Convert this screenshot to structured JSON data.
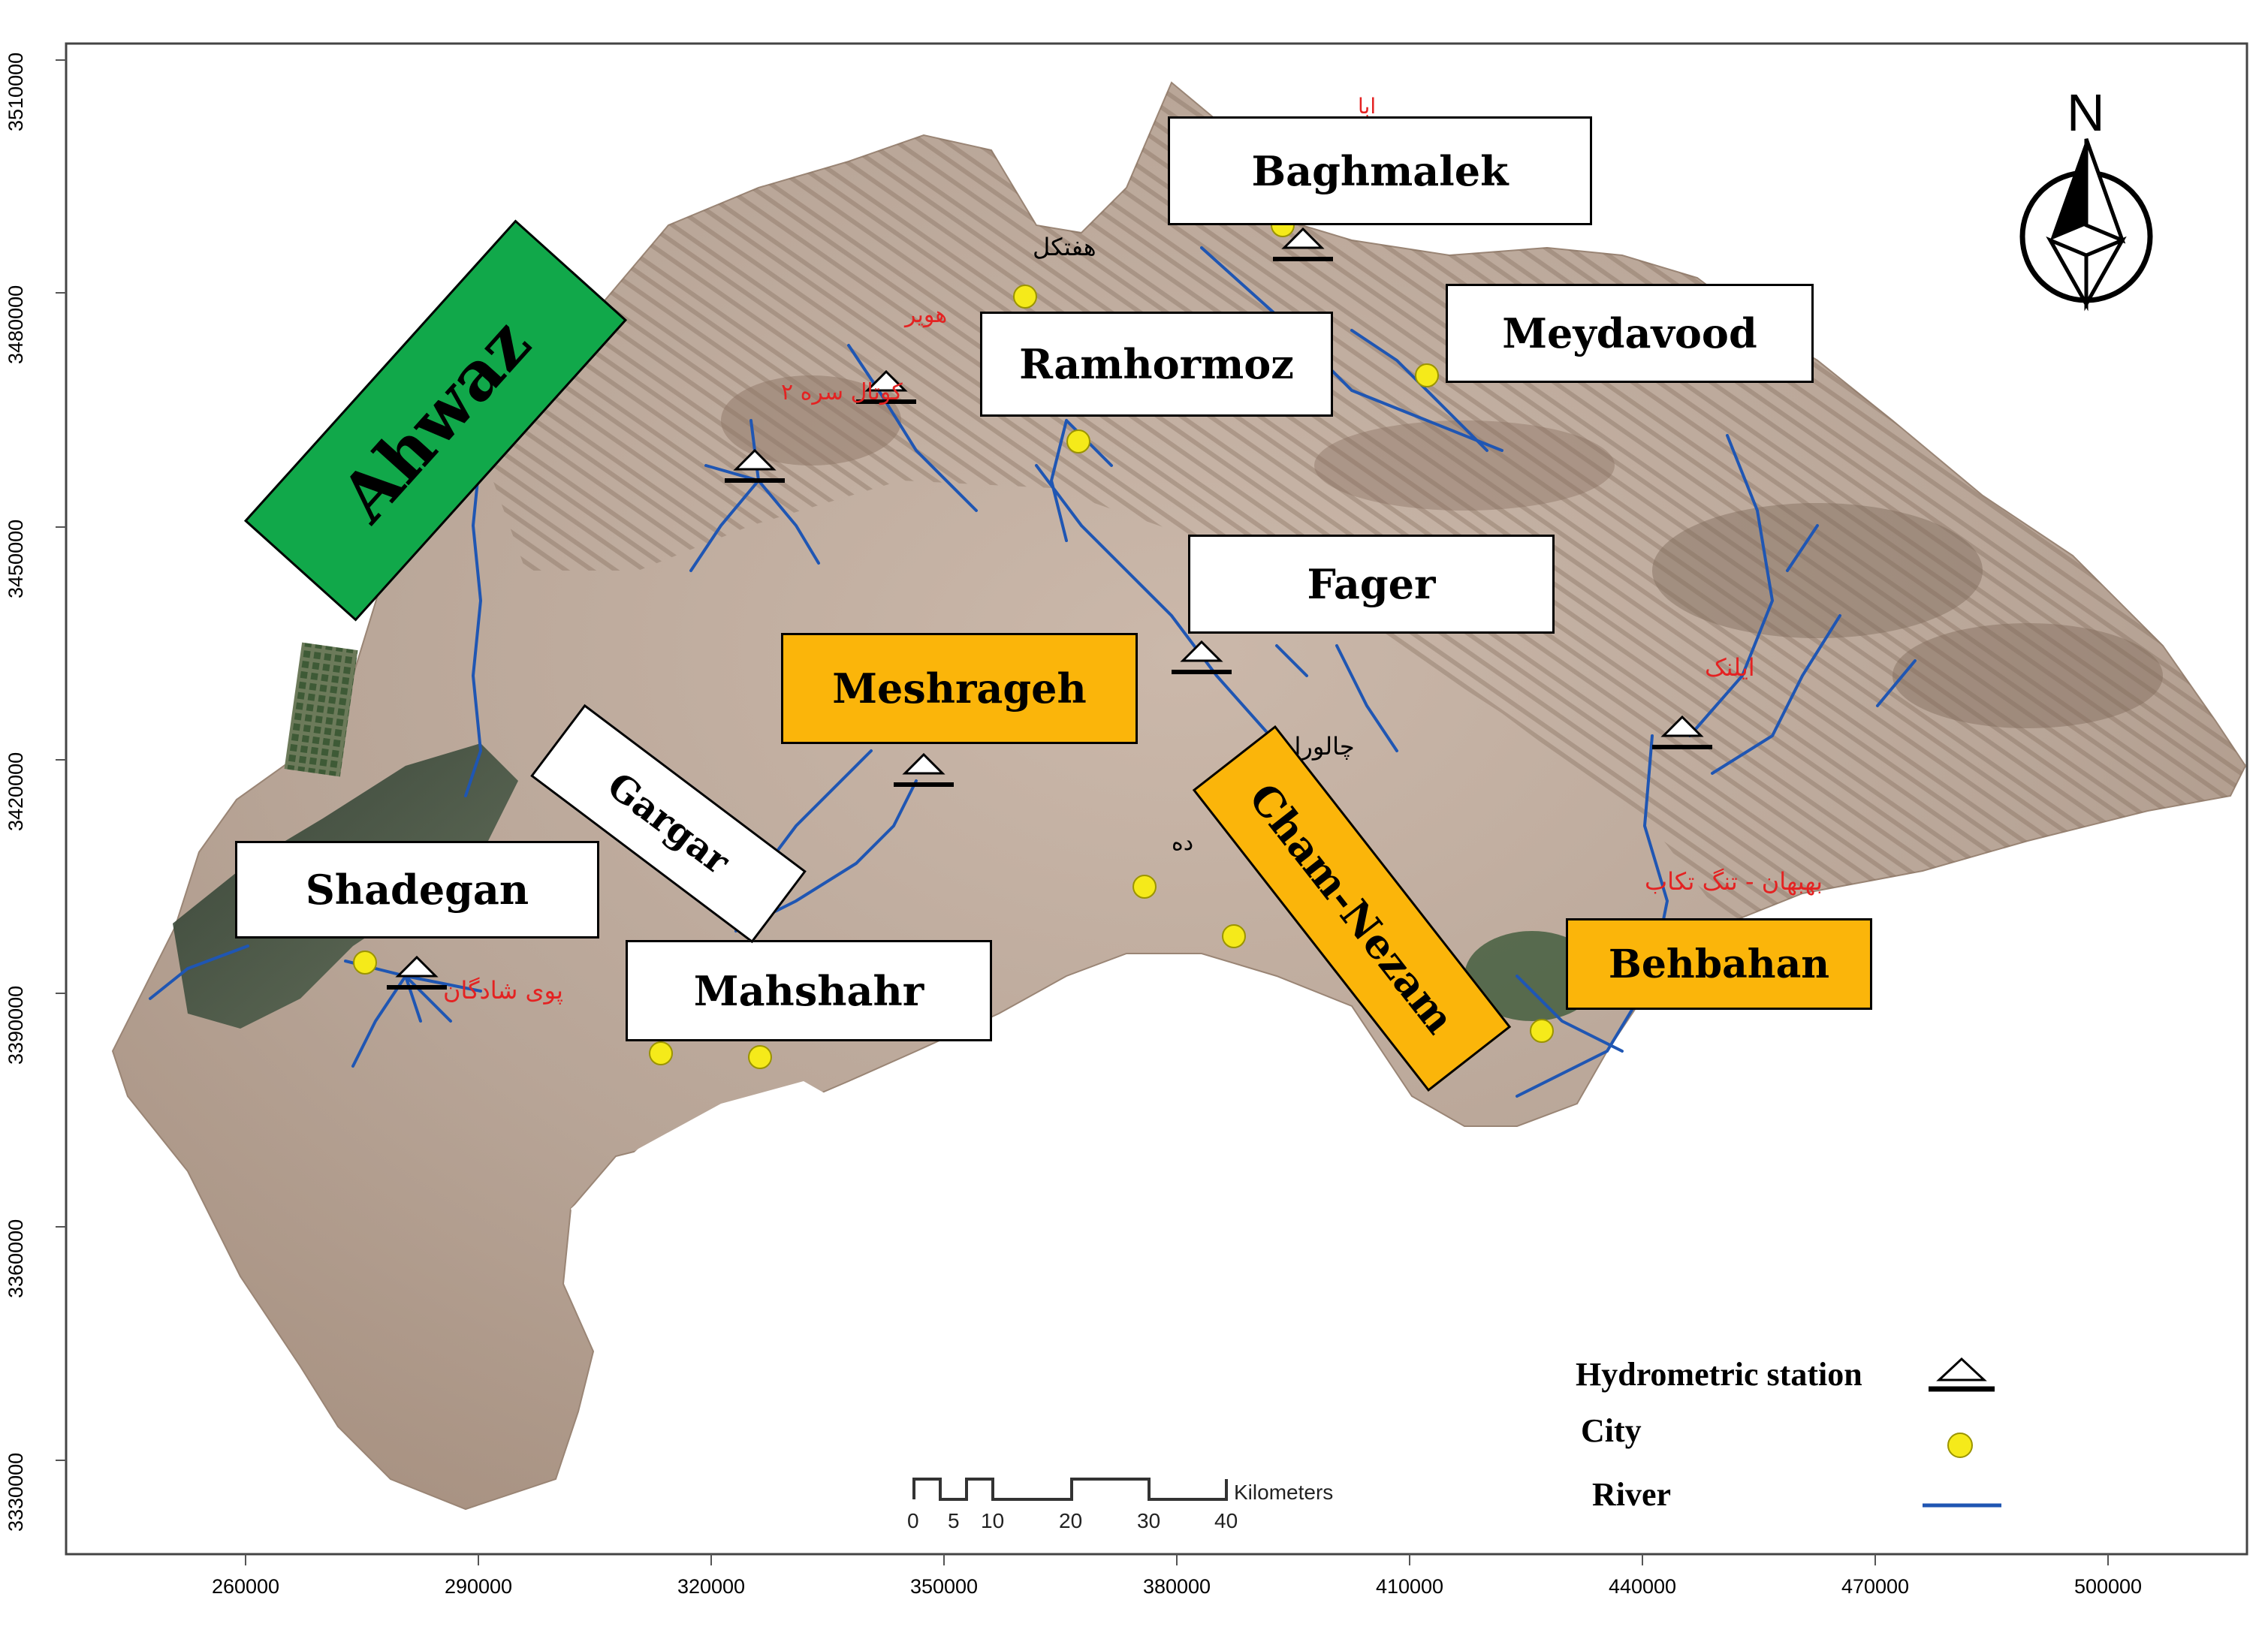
{
  "axes": {
    "x_ticks": [
      "260000",
      "290000",
      "320000",
      "350000",
      "380000",
      "410000",
      "440000",
      "470000",
      "500000"
    ],
    "y_ticks": [
      "3510000",
      "3480000",
      "3450000",
      "3420000",
      "3390000",
      "3360000",
      "3330000"
    ]
  },
  "north_arrow": {
    "letter": "N"
  },
  "labels": {
    "ahwaz": "Ahwaz",
    "baghmalek": "Baghmalek",
    "meydavood": "Meydavood",
    "ramhormoz": "Ramhormoz",
    "fager": "Fager",
    "meshrageh": "Meshrageh",
    "gargar": "Gargar",
    "shadegan": "Shadegan",
    "mahshahr": "Mahshahr",
    "cham_nezam": "Cham-Nezam",
    "behbahan": "Behbahan"
  },
  "map_text": {
    "haftkel": "هفتکل",
    "hover": "هویر",
    "kotal": "کوتال سره ۲",
    "ab": "ابا",
    "behbahan_tang": "بهبهان - تنگ تکاب",
    "pol_shadegan": "پوی شادگان",
    "ilanj": "ایلنک",
    "chalooran": "چالوران",
    "na": "ده"
  },
  "scale_bar": {
    "unit": "Kilometers",
    "ticks": [
      "0",
      "5",
      "10",
      "20",
      "30",
      "40"
    ]
  },
  "legend": {
    "hydrometric": "Hydrometric station",
    "city": "City",
    "river": "River"
  },
  "colors": {
    "river": "#1f56b3",
    "city": "#f5ea1a",
    "label_orange": "#fbb50a",
    "label_green": "#11a84a",
    "terrain_light": "#cdbcae",
    "terrain_dark": "#8f7a6c"
  }
}
